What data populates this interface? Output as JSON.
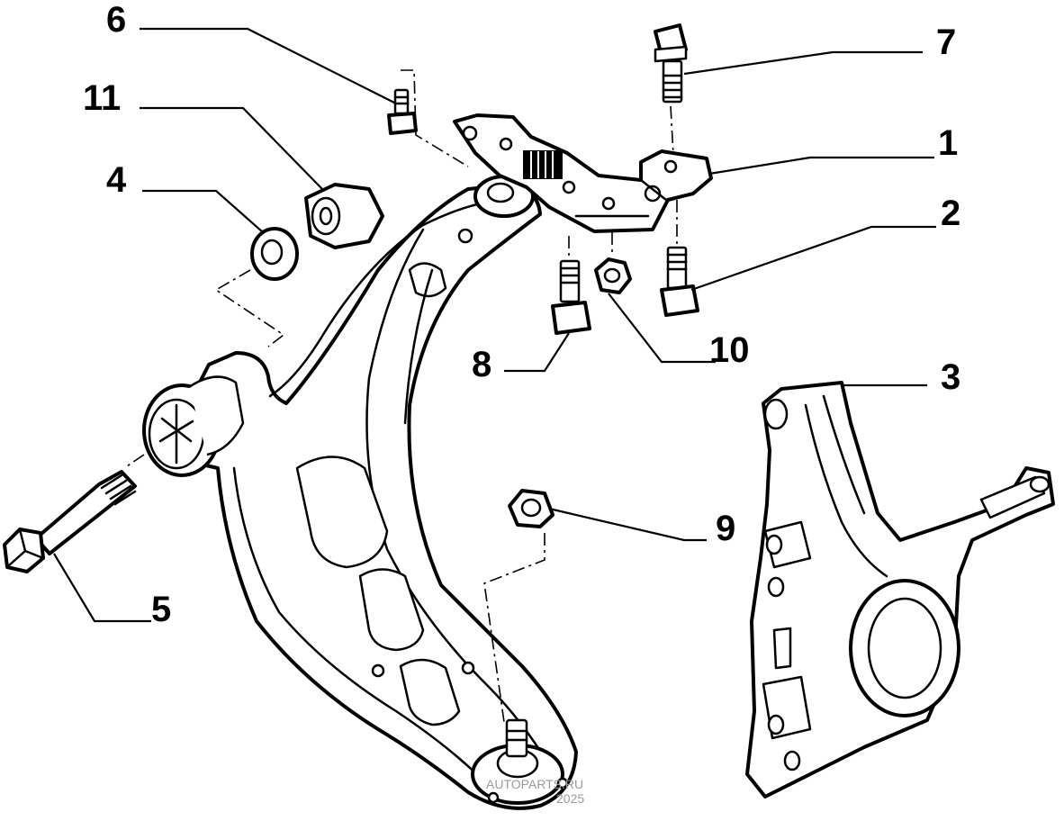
{
  "callouts": [
    "1",
    "2",
    "3",
    "4",
    "5",
    "6",
    "7",
    "8",
    "9",
    "10",
    "11"
  ],
  "watermark": {
    "line1": "AUTOPARTS.RU",
    "line2": "2025"
  }
}
